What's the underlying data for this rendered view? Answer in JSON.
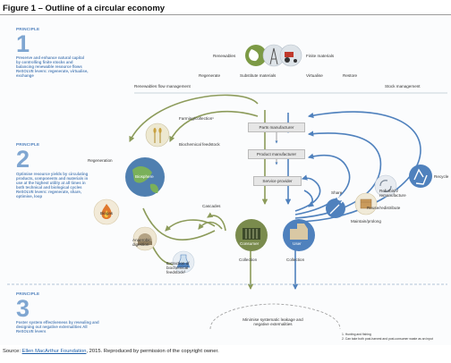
{
  "figure": {
    "title": "Figure 1 – Outline of a circular economy",
    "source_prefix": "Source: ",
    "source_link": "Ellen MacArthur Foundation",
    "source_suffix": ", 2015. Reproduced by permission of the copyright owner."
  },
  "principles": [
    {
      "label": "PRINCIPLE",
      "number": "1",
      "text": "Preserve and enhance natural capital by controlling finite stocks and balancing renewable resource flows ReSOLVE levers: regenerate, virtualise, exchange"
    },
    {
      "label": "PRINCIPLE",
      "number": "2",
      "text": "Optimise resource yields by circulating products, components and materials in use at the highest utility at all times in both technical and biological cycles ReSOLVE levers: regenerate, share, optimise, loop"
    },
    {
      "label": "PRINCIPLE",
      "number": "3",
      "text": "Foster system effectiveness by revealing and designing out negative externalities All ReSOLVE levers"
    }
  ],
  "top": {
    "renewables": "Renewables",
    "finite_materials": "Finite materials",
    "regenerate": "Regenerate",
    "substitute": "Substitute materials",
    "virtualise": "Virtualise",
    "restore": "Restore",
    "renewables_flow": "Renewables flow management",
    "stock_management": "Stock management"
  },
  "chain": {
    "parts": "Parts manufacturer",
    "product": "Product manufacturer",
    "service": "Service provider"
  },
  "biological": {
    "farming": "Farming/collection¹",
    "biochemical": "Biochemical feedstock",
    "regeneration": "Regeneration",
    "biosphere": "Biosphere",
    "biogas": "Biogas",
    "anaerobic": "Anaerobic digestion",
    "extraction": "Extraction of biochemical feedstock²",
    "cascades": "Cascades",
    "consumer": "Consumer",
    "collection_left": "Collection"
  },
  "technical": {
    "user": "User",
    "collection_right": "Collection",
    "share": "Share",
    "maintain": "Maintain/prolong",
    "reuse": "Reuse/redistribute",
    "refurbish": "Refurbish/ remanufacture",
    "recycle": "Recycle"
  },
  "bottom": {
    "minimise": "Minimise systematic leakage and negative externalities",
    "footnote1": "1. Hunting and fishing",
    "footnote2": "2. Can take both post-harvest and post-consumer waste as an input"
  },
  "colors": {
    "bio_green": "#8c9b5a",
    "tech_blue": "#4f81bd",
    "principle_blue": "#7fa6d1"
  },
  "icons": [
    "wheat-icon",
    "globe-icon",
    "flame-icon",
    "digester-icon",
    "flask-icon",
    "battery-icon",
    "factory-icon",
    "wrench-icon",
    "box-icon",
    "recycle-icon",
    "refresh-icon",
    "oil-rig-icon",
    "tractor-icon"
  ]
}
